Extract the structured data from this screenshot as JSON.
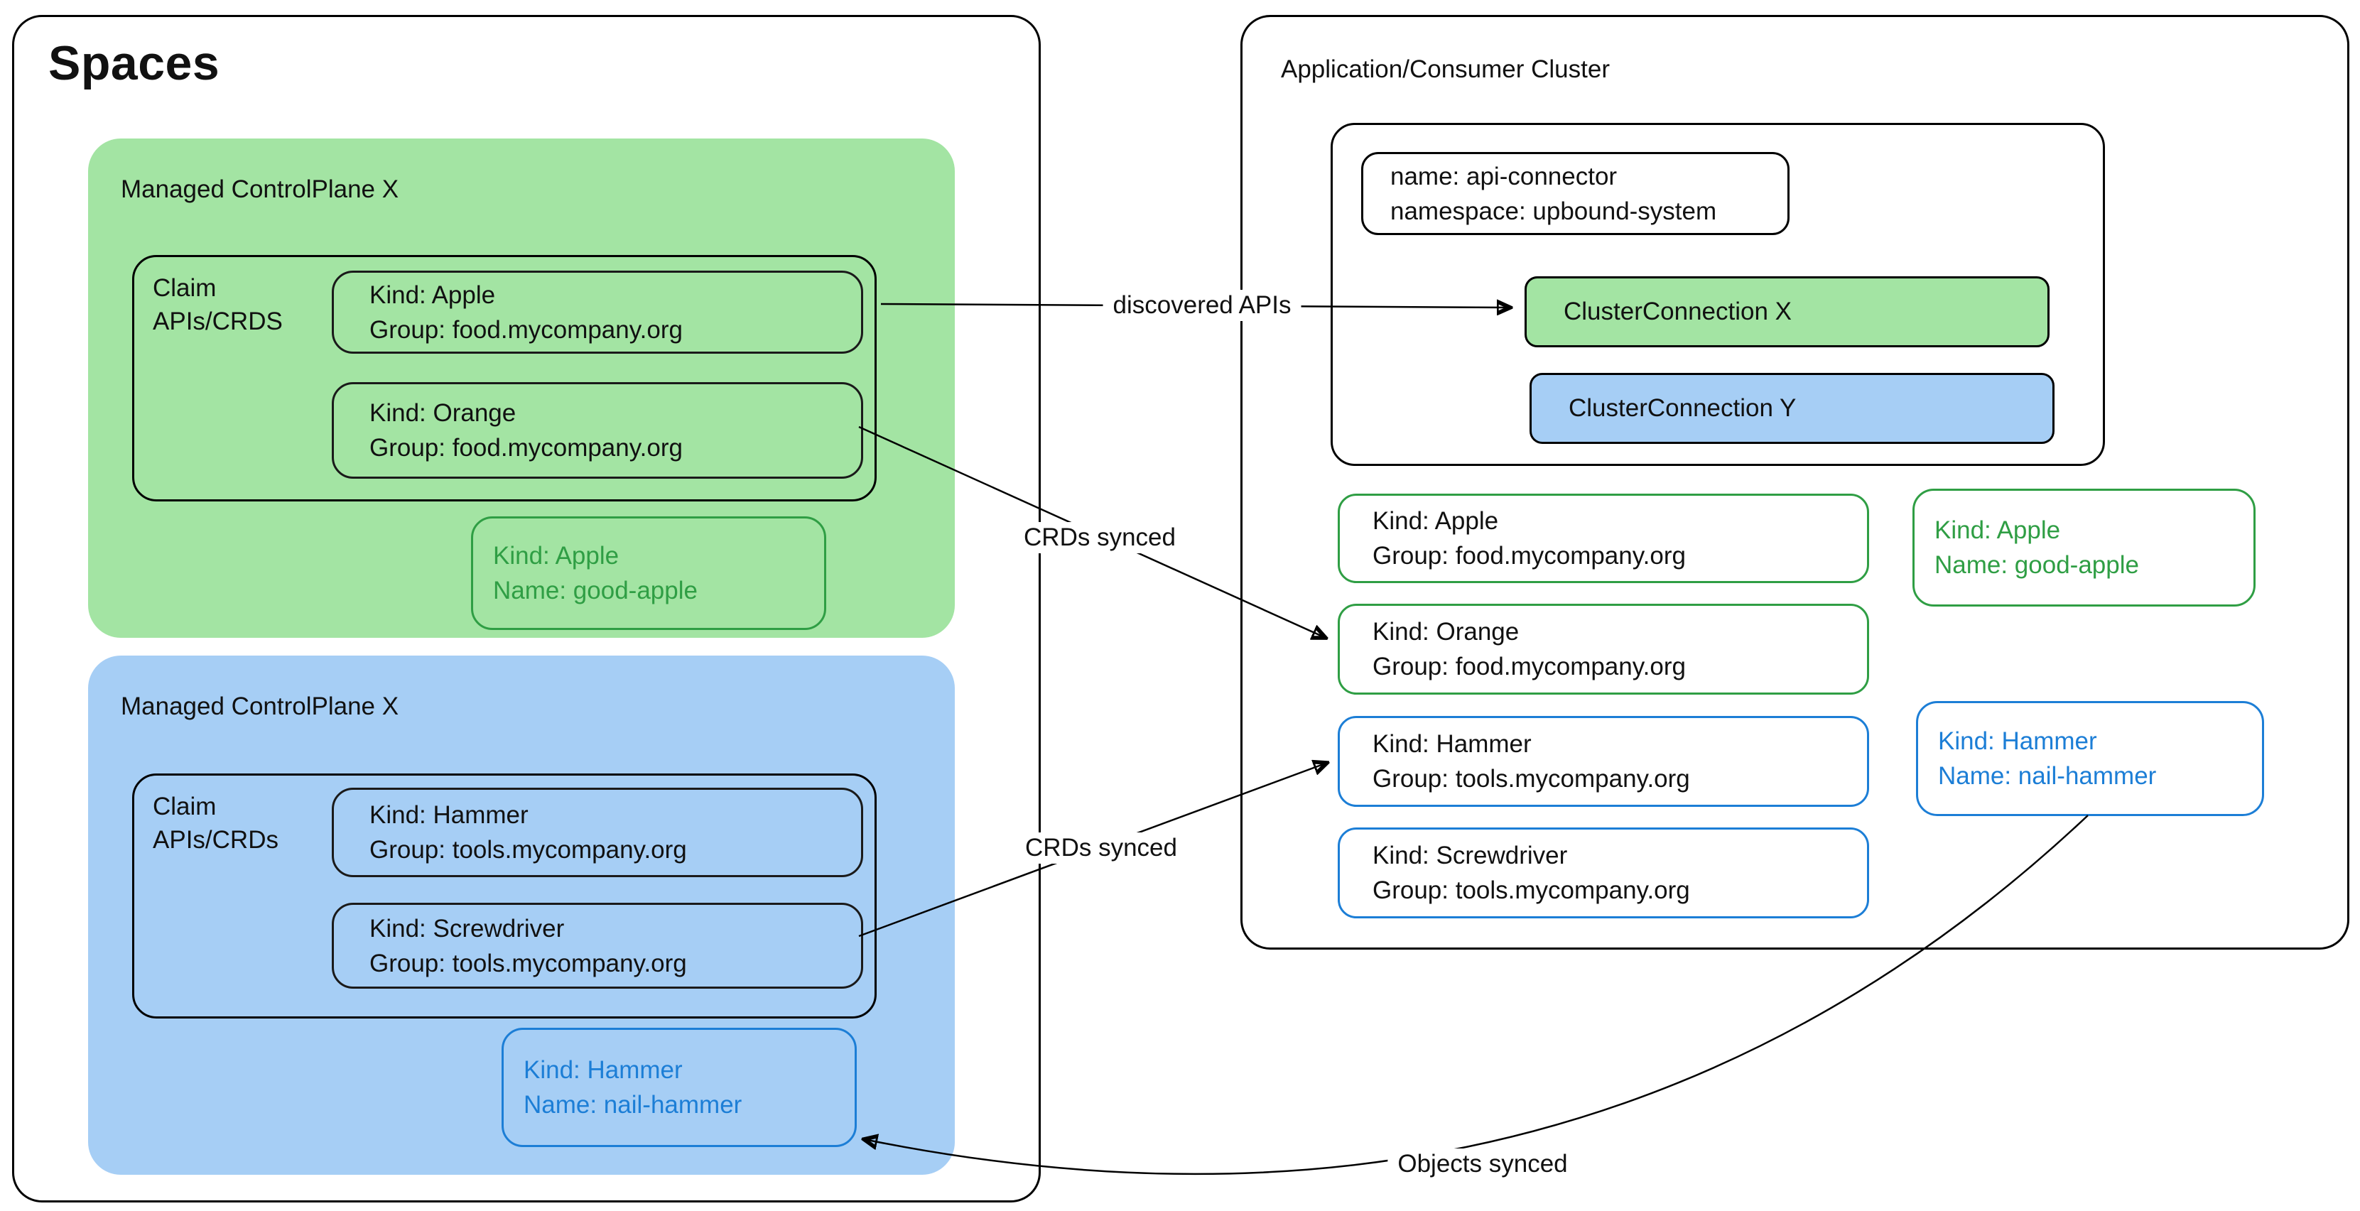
{
  "spaces": {
    "title": "Spaces",
    "mcps": [
      {
        "title": "Managed ControlPlane X",
        "claim": {
          "label1": "Claim",
          "label2": "APIs/CRDS",
          "items": [
            {
              "line1": "Kind: Apple",
              "line2": "Group: food.mycompany.org"
            },
            {
              "line1": "Kind: Orange",
              "line2": "Group: food.mycompany.org"
            }
          ]
        },
        "object": {
          "line1": "Kind: Apple",
          "line2": "Name: good-apple"
        }
      },
      {
        "title": "Managed ControlPlane X",
        "claim": {
          "label1": "Claim",
          "label2": "APIs/CRDs",
          "items": [
            {
              "line1": "Kind: Hammer",
              "line2": "Group: tools.mycompany.org"
            },
            {
              "line1": "Kind: Screwdriver",
              "line2": "Group: tools.mycompany.org"
            }
          ]
        },
        "object": {
          "line1": "Kind: Hammer",
          "line2": "Name: nail-hammer"
        }
      }
    ]
  },
  "cluster": {
    "title": "Application/Consumer Cluster",
    "connector": {
      "meta": {
        "line1": "name: api-connector",
        "line2": "namespace: upbound-system"
      },
      "connections": [
        {
          "label": "ClusterConnection X",
          "color": "green"
        },
        {
          "label": "ClusterConnection Y",
          "color": "blue"
        }
      ]
    },
    "crds": [
      {
        "line1": "Kind: Apple",
        "line2": "Group: food.mycompany.org",
        "color": "green"
      },
      {
        "line1": "Kind: Orange",
        "line2": "Group: food.mycompany.org",
        "color": "green"
      },
      {
        "line1": "Kind: Hammer",
        "line2": "Group: tools.mycompany.org",
        "color": "blue"
      },
      {
        "line1": "Kind: Screwdriver",
        "line2": "Group: tools.mycompany.org",
        "color": "blue"
      }
    ],
    "objects": [
      {
        "line1": "Kind: Apple",
        "line2": "Name: good-apple",
        "color": "green"
      },
      {
        "line1": "Kind: Hammer",
        "line2": "Name: nail-hammer",
        "color": "blue"
      }
    ]
  },
  "arrows": {
    "discovered": "discovered APIs",
    "crds_green": "CRDs synced",
    "crds_blue": "CRDs synced",
    "objects": "Objects synced"
  },
  "colors": {
    "green_fill": "#A3E4A3",
    "green_border": "#2F9E44",
    "green_text": "#2F9E44",
    "blue_fill": "#A6CEF5",
    "blue_border": "#1C7ED6",
    "blue_text": "#1C7ED6",
    "line": "#000000"
  }
}
